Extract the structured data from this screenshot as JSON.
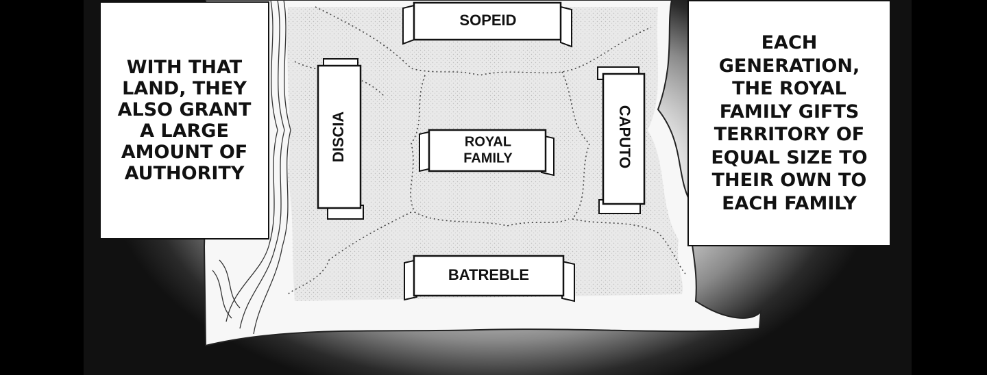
{
  "captions": {
    "left_lines": [
      "WITH THAT",
      "LAND, THEY",
      "ALSO GRANT",
      "A LARGE",
      "AMOUNT OF",
      "AUTHORITY"
    ],
    "right_lines": [
      "EACH",
      "GENERATION,",
      "THE ROYAL",
      "FAMILY GIFTS",
      "TERRITORY OF",
      "EQUAL SIZE TO",
      "THEIR OWN TO",
      "EACH FAMILY"
    ]
  },
  "map": {
    "top_banner": "SOPEID",
    "left_banner": "DISCIA",
    "right_banner": "CAPUTO",
    "center_banner_line1": "ROYAL",
    "center_banner_line2": "FAMILY",
    "bottom_banner": "BATREBLE"
  }
}
